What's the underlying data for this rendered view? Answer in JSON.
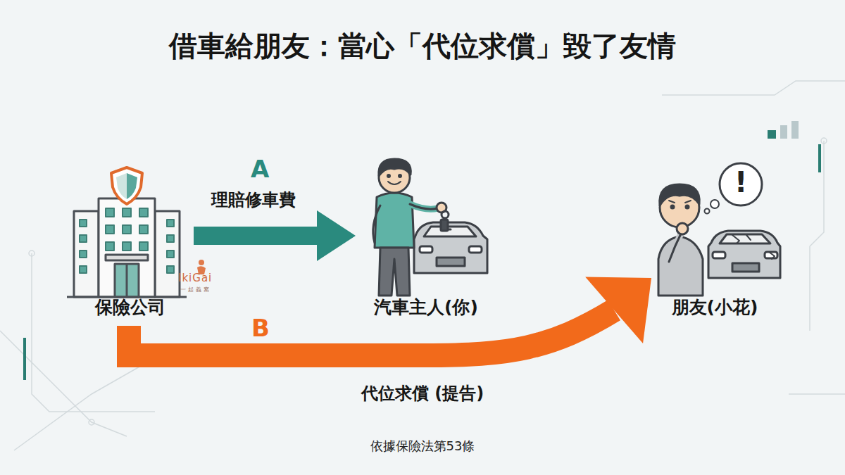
{
  "diagram": {
    "title": "借車給朋友：當心「代位求償」毀了友情",
    "caption": "依據保險法第53條",
    "nodes": [
      {
        "text": [
          "保險公司"
        ]
      },
      {
        "text": [
          "汽車主人(你)"
        ]
      },
      {
        "text": [
          "朋友(小花)"
        ]
      }
    ],
    "edges": [
      {
        "from": 0,
        "to": 1,
        "arrow": "to",
        "label": "理賠修車費"
      },
      {
        "from": 0,
        "to": 2,
        "arrow": "to",
        "label": "代位求償 (提告)"
      }
    ],
    "labels": [
      "A",
      "B",
      "IkiGai",
      "一起義窩",
      "!"
    ]
  }
}
